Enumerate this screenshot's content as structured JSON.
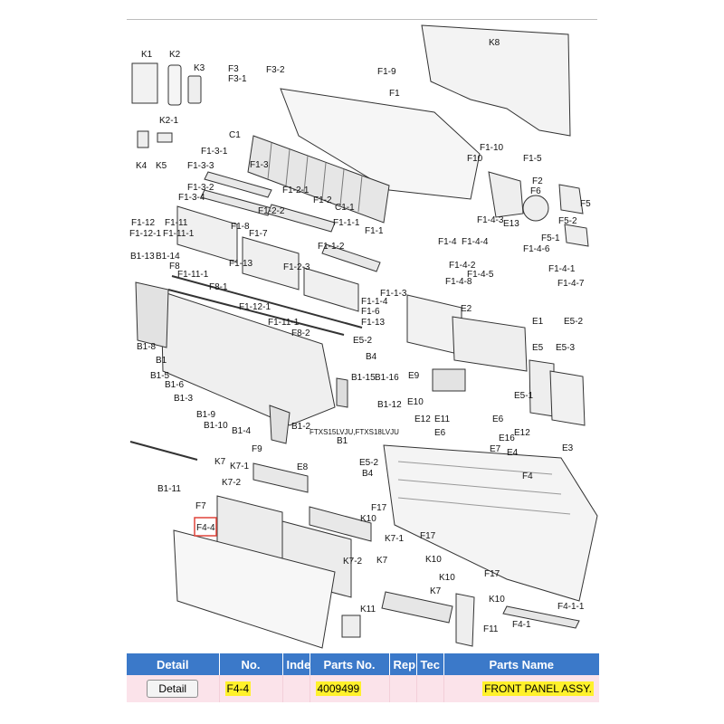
{
  "diagram": {
    "labels": {
      "K1": "K1",
      "K2": "K2",
      "K3": "K3",
      "K2_1": "K2-1",
      "K4": "K4",
      "K5": "K5",
      "F3": "F3",
      "F3_1": "F3-1",
      "F3_2": "F3-2",
      "F1_9": "F1-9",
      "F1": "F1",
      "K8": "K8",
      "C1": "C1",
      "F1_3_1": "F1-3-1",
      "F1_3_3": "F1-3-3",
      "F1_3": "F1-3",
      "F1_3_2": "F1-3-2",
      "F1_3_4": "F1-3-4",
      "F1_2_1": "F1-2-1",
      "F1_2": "F1-2",
      "C1_1": "C1-1",
      "F1_2_2": "F1-2-2",
      "F1_1_1": "F1-1-1",
      "F1_1": "F1-1",
      "F1_10": "F1-10",
      "F10": "F10",
      "F1_5": "F1-5",
      "F2": "F2",
      "F6": "F6",
      "F5": "F5",
      "E13": "E13",
      "F5_2": "F5-2",
      "F5_1": "F5-1",
      "F1_4_3": "F1-4-3",
      "F1_4": "F1-4",
      "F1_4_4": "F1-4-4",
      "F1_4_6": "F1-4-6",
      "F1_4_2": "F1-4-2",
      "F1_4_5": "F1-4-5",
      "F1_4_1": "F1-4-1",
      "F1_4_8": "F1-4-8",
      "F1_4_7": "F1-4-7",
      "F1_12": "F1-12",
      "F1_12_1": "F1-12-1",
      "F1_11": "F1-11",
      "F1_11_1": "F1-11-1",
      "F1_8": "F1-8",
      "F1_7": "F1-7",
      "F1_1_2": "F1-1-2",
      "B1_13": "B1-13",
      "B1_14": "B1-14",
      "F8": "F8",
      "F1_13": "F1-13",
      "F1_2_3": "F1-2-3",
      "F1_1_3": "F1-1-3",
      "F1_11_1b": "F1-11-1",
      "F8_1": "F8-1",
      "F1_12_1b": "F1-12-1",
      "F1_1_4": "F1-1-4",
      "F1_6": "F1-6",
      "F1_13b": "F1-13",
      "F1_11_1c": "F1-11-1",
      "F8_2": "F8-2",
      "E2": "E2",
      "E1": "E1",
      "E5_2": "E5-2",
      "B1_8": "B1-8",
      "B1": "B1",
      "E5_2b": "E5-2",
      "B4": "B4",
      "E5": "E5",
      "E5_3": "E5-3",
      "B1_5": "B1-5",
      "B1_6": "B1-6",
      "B1_3": "B1-3",
      "B1_15": "B1-15",
      "B1_16": "B1-16",
      "E9": "E9",
      "E5_1": "E5-1",
      "E10": "E10",
      "B1_12": "B1-12",
      "B1_9": "B1-9",
      "B1_10": "B1-10",
      "B1_4": "B1-4",
      "E12": "E12",
      "E11": "E11",
      "E6": "E6",
      "E12b": "E12",
      "E16": "E16",
      "E6b": "E6",
      "E7": "E7",
      "E4": "E4",
      "E3": "E3",
      "B1_2": "B1-2",
      "F9": "F9",
      "B1b": "B1",
      "model": "FTXS15LVJU,FTXS18LVJU",
      "K7": "K7",
      "K7_1": "K7-1",
      "E8": "E8",
      "E5_2c": "E5-2",
      "B4b": "B4",
      "K7_2": "K7-2",
      "F4": "F4",
      "B1_11": "B1-11",
      "F7": "F7",
      "F17": "F17",
      "K10": "K10",
      "F4_4": "F4-4",
      "F17b": "F17",
      "K7_1b": "K7-1",
      "K7_2b": "K7-2",
      "K7b": "K7",
      "K10b": "K10",
      "K10c": "K10",
      "F17c": "F17",
      "K7c": "K7",
      "K10d": "K10",
      "F4_1_1": "F4-1-1",
      "K11": "K11",
      "F11": "F11",
      "F4_1": "F4-1"
    }
  },
  "table": {
    "headers": [
      "Detail",
      "No.",
      "Inde",
      "Parts No.",
      "Rep",
      "Tec",
      "Parts Name"
    ],
    "row": {
      "detail_button": "Detail",
      "no": "F4-4",
      "index": "",
      "parts_no": "4009499",
      "rep": "",
      "tec": "",
      "parts_name": "FRONT PANEL ASSY."
    }
  },
  "colors": {
    "header_bg": "#3b79c9",
    "row_bg": "#fbe3ea",
    "highlight": "#fff12b",
    "callout_box": "#e0443a"
  }
}
